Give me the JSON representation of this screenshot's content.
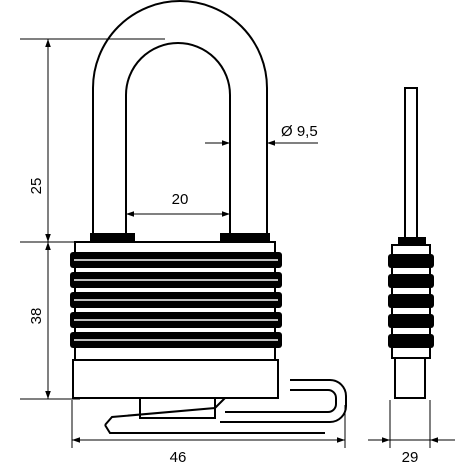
{
  "drawing": {
    "line_color": "#000000",
    "background": "#ffffff",
    "dimensions": {
      "shackle_height": "25",
      "body_height": "38",
      "shackle_inner_width": "20",
      "shackle_diameter": "Ø 9,5",
      "body_width": "46",
      "body_depth": "29"
    }
  }
}
